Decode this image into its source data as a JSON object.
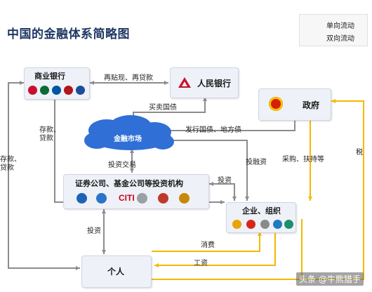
{
  "title": "中国的金融体系简略图",
  "legend": {
    "one_way": "单向流动",
    "two_way": "双向流动"
  },
  "nodes": {
    "commercial_bank": "商业银行",
    "central_bank": "人民银行",
    "government": "政府",
    "financial_market": "金融市场",
    "institutions": "证券公司、基金公司等投资机构",
    "enterprise": "企业、组织",
    "individual": "个人"
  },
  "edge_labels": {
    "rediscount": "再贴现、再贷款",
    "bond_trade": "买卖国债",
    "issue_bonds": "发行国债、地方债",
    "deposit_loan_bank": "存款、\n贷款",
    "deposit_loan_left": "存款、\n贷款",
    "invest_trade": "投资交易",
    "financing": "投融资",
    "invest_inst": "投资",
    "procure": "采购、扶持等",
    "tax": "税",
    "invest_person": "投资",
    "consume": "消费",
    "wage": "工资"
  },
  "logo_text": "CITI",
  "watermark": "头条 @牛熊猎手",
  "colors": {
    "one_way": "#f5b800",
    "two_way": "#8c8c8c",
    "title": "#1f3864",
    "box": "#eef1f7"
  }
}
